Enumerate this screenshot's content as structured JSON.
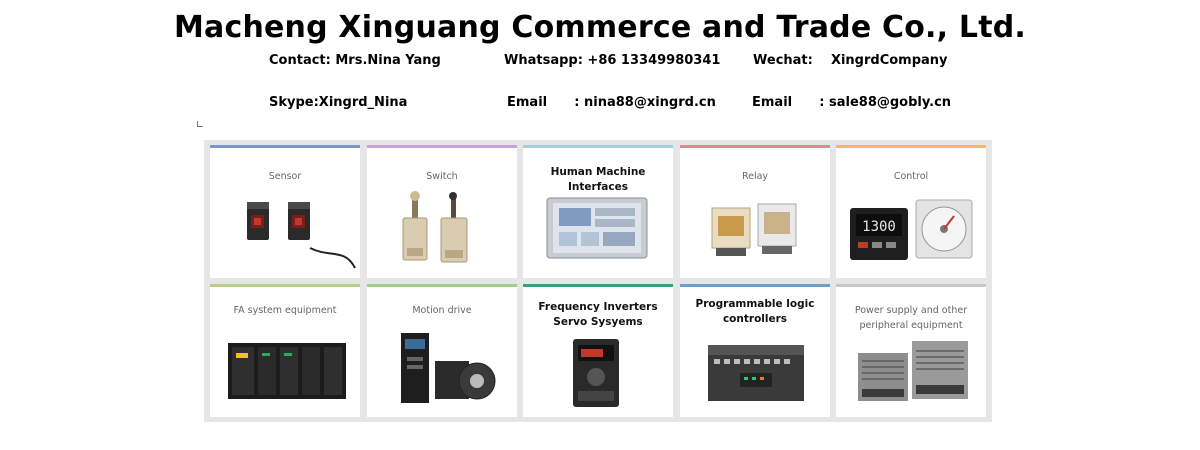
{
  "header": {
    "company_name": "Macheng Xinguang Commerce and Trade Co., Ltd.",
    "contact": "Contact: Mrs.Nina Yang",
    "whatsapp": "Whatsapp: +86 13349980341",
    "wechat": "Wechat:    XingrdCompany",
    "skype": "Skype:Xingrd_Nina",
    "email_1": "Email      : nina88@xingrd.cn",
    "email_2": "Email      : sale88@gobly.cn"
  },
  "categories": [
    {
      "label": "Sensor",
      "accent": "#7b96c9",
      "icon": "photoelectric-sensor-icon"
    },
    {
      "label": "Switch",
      "accent": "#c7a0d8",
      "icon": "limit-switch-icon"
    },
    {
      "label": "Human Machine Interfaces",
      "accent": "#9fd1e0",
      "icon": "touch-panel-icon"
    },
    {
      "label": "Relay",
      "accent": "#e08b8b",
      "icon": "relay-icon"
    },
    {
      "label": "Control",
      "accent": "#f0b96a",
      "icon": "controller-timer-icon"
    },
    {
      "label": "FA system equipment",
      "accent": "#b7cf8a",
      "icon": "fa-module-rack-icon"
    },
    {
      "label": "Motion drive",
      "accent": "#9fd08a",
      "icon": "servo-drive-motor-icon"
    },
    {
      "label": "Frequency Inverters",
      "label2": "Servo Sysyems",
      "accent": "#3aa07a",
      "icon": "inverter-icon"
    },
    {
      "label": "Programmable logic",
      "label2": "controllers",
      "accent": "#6aa0cf",
      "icon": "plc-icon"
    },
    {
      "label": "Power supply and other",
      "label2": "peripheral equipment",
      "accent": "#c9c9c9",
      "icon": "power-supply-icon"
    }
  ]
}
